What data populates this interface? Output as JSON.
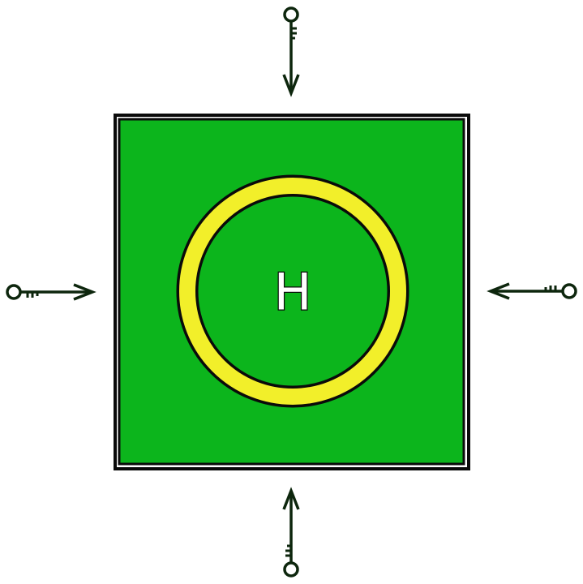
{
  "pad": {
    "letter": "H",
    "colors": {
      "background": "#ffffff",
      "square_fill": "#0cb51c",
      "ring_fill": "#f2ef2a",
      "outline": "#0a0a0a",
      "arrow": "#0d260d"
    }
  },
  "arrows": [
    {
      "direction": "down",
      "icon": "key-icon"
    },
    {
      "direction": "right",
      "icon": "key-icon"
    },
    {
      "direction": "left",
      "icon": "key-icon"
    },
    {
      "direction": "up",
      "icon": "key-icon"
    }
  ]
}
